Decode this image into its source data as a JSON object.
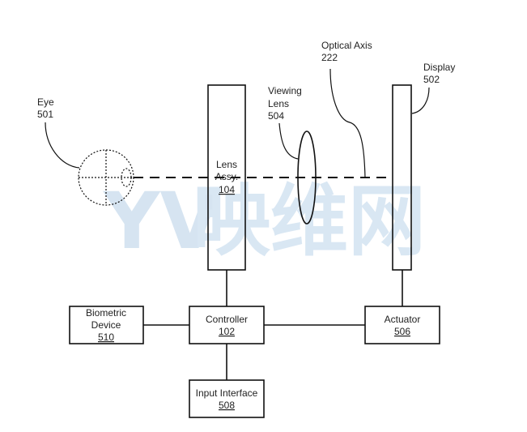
{
  "watermark": {
    "latin": "YV",
    "chinese": "映维网",
    "colors": {
      "y": "#c9dced",
      "v": "#f2c9c9",
      "cn": "#d3e3f1"
    }
  },
  "labels": {
    "eye": {
      "name": "Eye",
      "ref": "501"
    },
    "lens_assy": {
      "name_line1": "Lens",
      "name_line2": "Assy.",
      "ref": "104"
    },
    "viewing_lens": {
      "name_line1": "Viewing",
      "name_line2": "Lens",
      "ref": "504"
    },
    "optical_axis": {
      "name": "Optical Axis",
      "ref": "222"
    },
    "display": {
      "name": "Display",
      "ref": "502"
    }
  },
  "blocks": {
    "biometric": {
      "name_line1": "Biometric",
      "name_line2": "Device",
      "ref": "510"
    },
    "controller": {
      "name": "Controller",
      "ref": "102"
    },
    "actuator": {
      "name": "Actuator",
      "ref": "506"
    },
    "input_interface": {
      "name": "Input Interface",
      "ref": "508"
    }
  }
}
